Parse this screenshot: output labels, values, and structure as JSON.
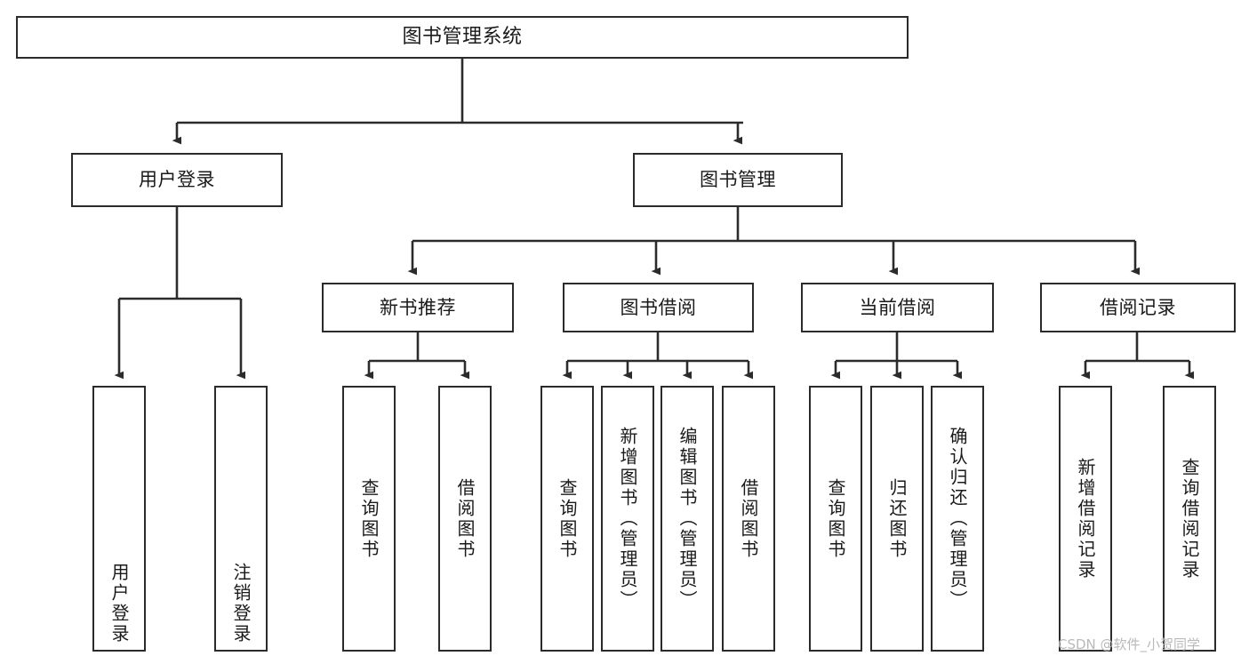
{
  "diagram": {
    "title": "图书管理系统",
    "type": "tree",
    "root": {
      "id": "root",
      "label": "图书管理系统"
    },
    "level1": [
      {
        "id": "user-login",
        "label": "用户登录"
      },
      {
        "id": "book-manage",
        "label": "图书管理"
      }
    ],
    "level2": [
      {
        "id": "new-book-recommend",
        "label": "新书推荐",
        "parent": "book-manage"
      },
      {
        "id": "book-borrow",
        "label": "图书借阅",
        "parent": "book-manage"
      },
      {
        "id": "current-borrow",
        "label": "当前借阅",
        "parent": "book-manage"
      },
      {
        "id": "borrow-record",
        "label": "借阅记录",
        "parent": "book-manage"
      }
    ],
    "leaves": {
      "user_login": [
        {
          "id": "leaf-user-login",
          "label": "用户登录"
        },
        {
          "id": "leaf-user-logout",
          "label": "注销登录"
        }
      ],
      "new_book_recommend": [
        {
          "id": "leaf-query-book-1",
          "label": "查询图书"
        },
        {
          "id": "leaf-borrow-book-1",
          "label": "借阅图书"
        }
      ],
      "book_borrow": [
        {
          "id": "leaf-query-book-2",
          "label": "查询图书"
        },
        {
          "id": "leaf-add-book",
          "label": "新增图书（管理员）"
        },
        {
          "id": "leaf-edit-book",
          "label": "编辑图书（管理员）"
        },
        {
          "id": "leaf-borrow-book-2",
          "label": "借阅图书"
        }
      ],
      "current_borrow": [
        {
          "id": "leaf-query-book-3",
          "label": "查询图书"
        },
        {
          "id": "leaf-return-book",
          "label": "归还图书"
        },
        {
          "id": "leaf-confirm-return",
          "label": "确认归还（管理员）"
        }
      ],
      "borrow_record": [
        {
          "id": "leaf-add-record",
          "label": "新增借阅记录"
        },
        {
          "id": "leaf-query-record",
          "label": "查询借阅记录"
        }
      ]
    }
  },
  "watermark": {
    "text": "CSDN @软件_小贺同学"
  },
  "colors": {
    "box_border": "#2b2b2b",
    "box_fill": "#ffffff",
    "connector": "#2b2b2b",
    "text": "#1a1a1a",
    "watermark": "#b9b9b9",
    "background": "#ffffff"
  }
}
